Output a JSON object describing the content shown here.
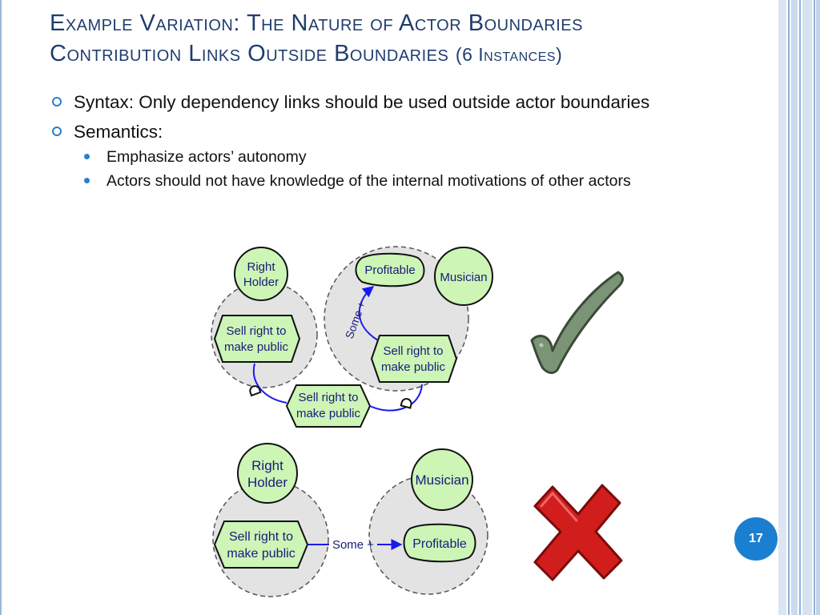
{
  "slide": {
    "title_line1": "Example Variation: The Nature of Actor Boundaries",
    "title_line2_main": "Contribution Links Outside Boundaries",
    "title_line2_small": "(6 Instances)",
    "page_number": "17"
  },
  "bullets": [
    {
      "text": "Syntax:  Only dependency links should be used outside actor boundaries"
    },
    {
      "text": "Semantics:"
    }
  ],
  "sub_bullets": [
    {
      "text": "Emphasize actors’ autonomy"
    },
    {
      "text": "Actors should not have knowledge of the internal motivations of other actors"
    }
  ],
  "diagram_top": {
    "actor_left": {
      "line1": "Right",
      "line2": "Holder"
    },
    "actor_right": {
      "label": "Musician"
    },
    "softgoal": {
      "label": "Profitable"
    },
    "task_left": {
      "line1": "Sell right to",
      "line2": "make public"
    },
    "task_right": {
      "line1": "Sell right to",
      "line2": "make public"
    },
    "dependum": {
      "line1": "Sell right to",
      "line2": "make public"
    },
    "contribution": {
      "label": "Some +"
    }
  },
  "diagram_bottom": {
    "actor_left": {
      "line1": "Right",
      "line2": "Holder"
    },
    "actor_right": {
      "label": "Musician"
    },
    "task_left": {
      "line1": "Sell right to",
      "line2": "make public"
    },
    "softgoal": {
      "label": "Profitable"
    },
    "contribution": {
      "label": "Some +"
    }
  },
  "icons": {
    "valid": "checkmark-icon",
    "invalid": "cross-icon"
  },
  "colors": {
    "title": "#1f3d6e",
    "bullet_accent": "#2a7fcf",
    "element_fill": "#ccf5b6",
    "boundary_fill": "#e3e3e3",
    "link": "#1a1aee",
    "check": "#7a9475",
    "cross": "#d21d1d"
  }
}
